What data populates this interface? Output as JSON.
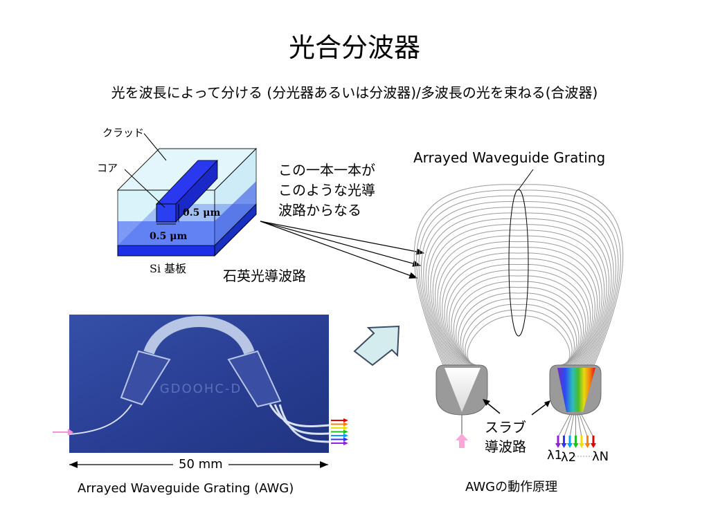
{
  "slide": {
    "title": "光合分波器",
    "subtitle": "光を波長によって分ける (分光器あるいは分波器)/多波長の光を束ねる(合波器)"
  },
  "waveguide_diagram": {
    "clad_label": "クラッド",
    "core_label": "コア",
    "width_label": "0.5 μm",
    "height_label": "0.5 μm",
    "substrate_label": "Si 基板",
    "type_label": "石英光導波路",
    "callout": [
      "この一本一本が",
      "このような光導",
      "波路からなる"
    ]
  },
  "photo": {
    "chip_text": "GDOOHC-D",
    "scale_label": "50 mm",
    "caption": "Arrayed Waveguide Grating (AWG)"
  },
  "awg_schematic": {
    "title": "Arrayed Waveguide Grating",
    "slab_label": [
      "スラブ",
      "導波路"
    ],
    "lambda_1": "λ1",
    "lambda_2": "λ2",
    "lambda_n": "λN",
    "caption": "AWGの動作原理"
  },
  "colors": {
    "core_blue": "#1f2fe6",
    "clad_cyan": "#cdeffa",
    "chip_blue": "#2a3f95",
    "arrow_fill": "#d5ecef",
    "input_pink": "#f58fd8",
    "output_colors": [
      "#e00000",
      "#ff8000",
      "#f0e000",
      "#20c020",
      "#00a0ff",
      "#3030ff",
      "#9020e0"
    ]
  }
}
